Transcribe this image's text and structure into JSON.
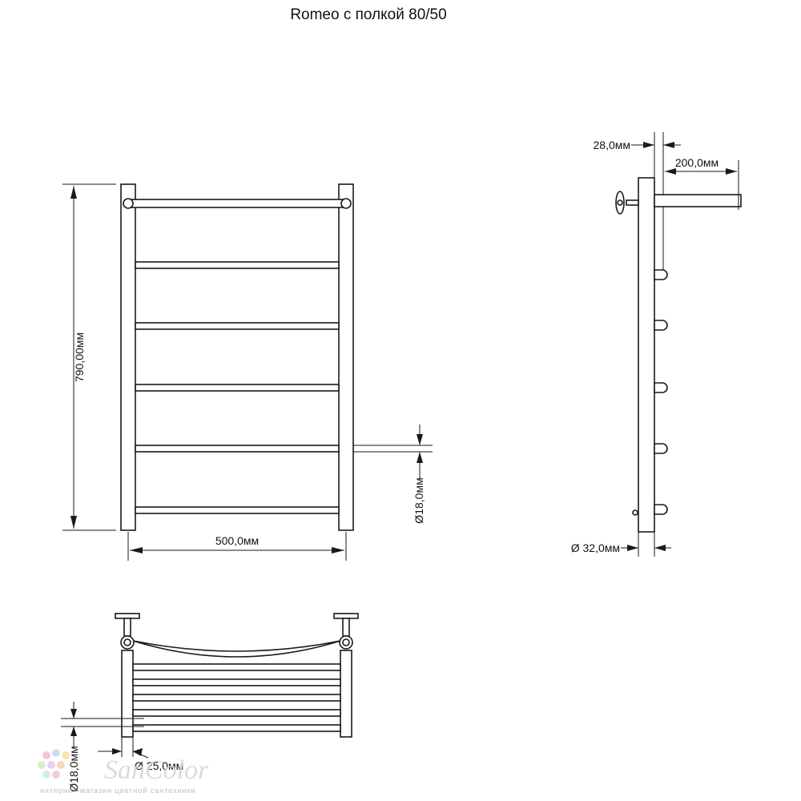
{
  "title": "Romeo с полкой 80/50",
  "dimensions": {
    "height_total": "790,00мм",
    "width_total": "500,0мм",
    "bar_diameter_front": "Ø18,0мм",
    "depth_wall": "28,0мм",
    "shelf_depth": "200,0мм",
    "pipe_diameter": "Ø 32,0мм",
    "bar_diameter_top": "Ø18,0мм",
    "rail_diameter_top": "Ø 25,0мм"
  },
  "logo": {
    "name": "SanColor",
    "tagline": "интернет-магазин цветной сантехники"
  }
}
